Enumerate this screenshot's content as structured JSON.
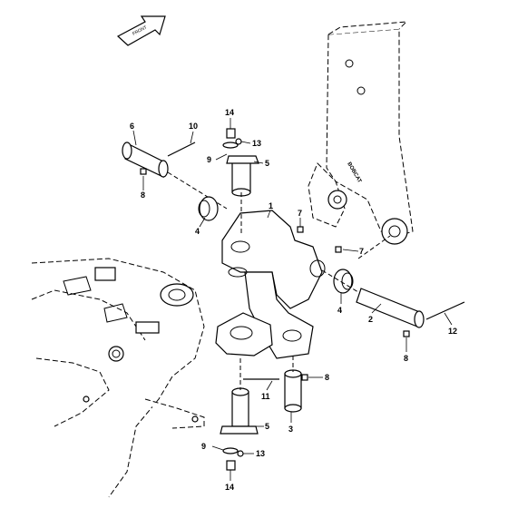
{
  "front_arrow": {
    "label": "FRONT"
  },
  "boom_logo": {
    "text": "BOBCAT"
  },
  "callouts": [
    {
      "id": "c6",
      "text": "6"
    },
    {
      "id": "c10",
      "text": "10"
    },
    {
      "id": "c8a",
      "text": "8"
    },
    {
      "id": "c14a",
      "text": "14"
    },
    {
      "id": "c13a",
      "text": "13"
    },
    {
      "id": "c9a",
      "text": "9"
    },
    {
      "id": "c5a",
      "text": "5"
    },
    {
      "id": "c1",
      "text": "1"
    },
    {
      "id": "c7a",
      "text": "7"
    },
    {
      "id": "c4a",
      "text": "4"
    },
    {
      "id": "c7b",
      "text": "7"
    },
    {
      "id": "c4b",
      "text": "4"
    },
    {
      "id": "c2",
      "text": "2"
    },
    {
      "id": "c12",
      "text": "12"
    },
    {
      "id": "c8b",
      "text": "8"
    },
    {
      "id": "c8c",
      "text": "8"
    },
    {
      "id": "c11",
      "text": "11"
    },
    {
      "id": "c3",
      "text": "3"
    },
    {
      "id": "c5b",
      "text": "5"
    },
    {
      "id": "c9b",
      "text": "9"
    },
    {
      "id": "c13b",
      "text": "13"
    },
    {
      "id": "c14b",
      "text": "14"
    }
  ]
}
